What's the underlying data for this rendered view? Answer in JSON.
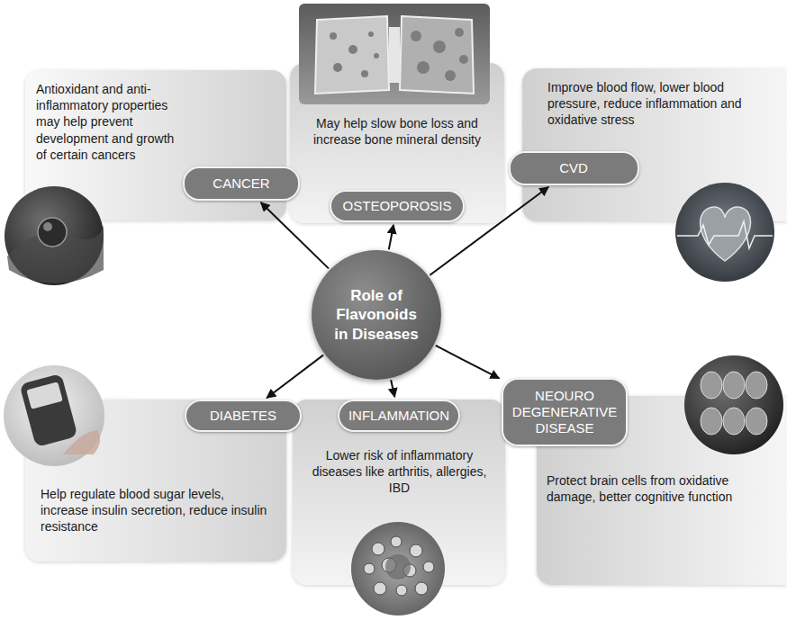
{
  "diagram": {
    "nodes": [
      {
        "text": [
          "Antioxidant and anti-inflammatory properties may help prevent development and growth of certain cancers"
        ]
      },
      {
        "text": [
          "CANCER"
        ],
        "in": 0
      },
      {
        "text": [
          "May help slow bone loss and increase bone mineral density"
        ]
      },
      {
        "text": [
          "OSTEOPOROSIS"
        ],
        "in": 2
      },
      {
        "text": [
          "Improve blood flow, lower blood pressure, reduce inflammation and oxidative stress"
        ]
      },
      {
        "text": [
          "CVD"
        ],
        "in": 4
      },
      {
        "text": [
          "Role of Flavonoids in Diseases"
        ]
      },
      {
        "text": [
          "Help regulate blood sugar levels, increase insulin secretion, reduce insulin resistance"
        ]
      },
      {
        "text": [
          "DIABETES"
        ],
        "in": 7
      },
      {
        "text": [
          "Lower risk of inflammatory diseases like arthritis, allergies, IBD"
        ]
      },
      {
        "text": [
          "INFLAMMATION"
        ],
        "in": 9
      },
      {
        "text": [
          "Protect brain cells from oxidative damage, better cognitive function"
        ]
      },
      {
        "text": [
          "NEOURO DEGENERATIVE DISEASE"
        ],
        "in": 11
      }
    ],
    "edges": [
      {
        "from": 6,
        "to": 1,
        "arrow": "to"
      },
      {
        "from": 6,
        "to": 3,
        "arrow": "to"
      },
      {
        "from": 6,
        "to": 5,
        "arrow": "to"
      },
      {
        "from": 6,
        "to": 8,
        "arrow": "to"
      },
      {
        "from": 6,
        "to": 10,
        "arrow": "to"
      },
      {
        "from": 6,
        "to": 12,
        "arrow": "to"
      }
    ]
  }
}
